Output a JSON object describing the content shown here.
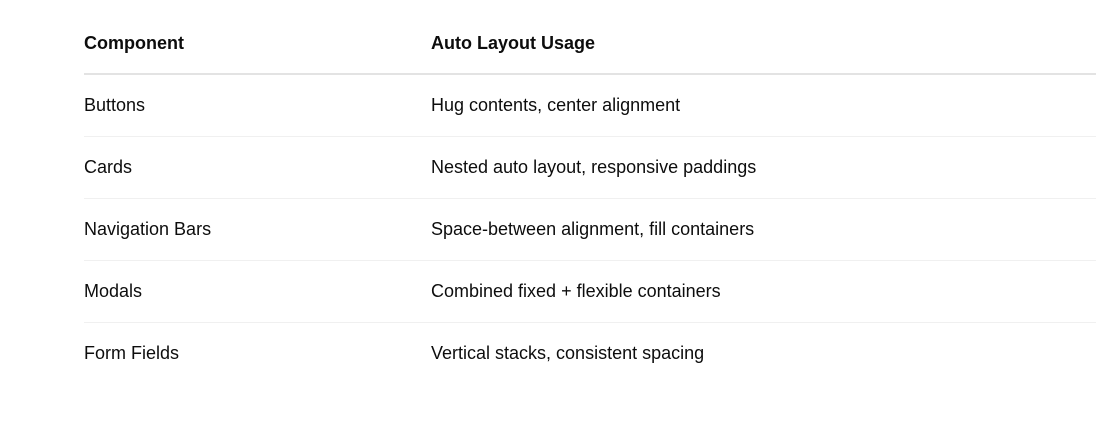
{
  "table": {
    "headers": [
      "Component",
      "Auto Layout Usage"
    ],
    "rows": [
      [
        "Buttons",
        "Hug contents, center alignment"
      ],
      [
        "Cards",
        "Nested auto layout, responsive paddings"
      ],
      [
        "Navigation Bars",
        "Space-between alignment, fill containers"
      ],
      [
        "Modals",
        "Combined fixed + flexible containers"
      ],
      [
        "Form Fields",
        "Vertical stacks, consistent spacing"
      ]
    ]
  },
  "colors": {
    "text": "#0d0d0d",
    "header_border": "#e3e3e3",
    "row_border": "#f0f0f0",
    "background": "#ffffff"
  }
}
